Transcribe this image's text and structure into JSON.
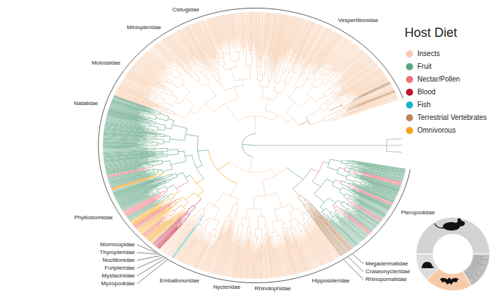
{
  "diagram": {
    "labels": [
      "Cistugidae",
      "Miniopteridae",
      "Vespertilionidae",
      "Molossidae",
      "Natalidae",
      "Host Diet",
      "Phyllostomidae",
      "Pteropodidae",
      "Megadermatidae",
      "Craseonycteridae",
      "Rhinopomatidae",
      "Hipposideridae",
      "Mormoopidae",
      "Thyropteridae",
      "Noctilionidae",
      "Furipteridae",
      "Mystacinidae",
      "Myzopodidae",
      "Emballonuridae",
      "Nycteridae",
      "Rhinolophidae"
    ],
    "legend": [
      {
        "text": "Insects",
        "color": "#f7cba9"
      },
      {
        "text": "Fruit",
        "color": "#5da381"
      },
      {
        "text": "Nectar/Pollen",
        "color": "#f0727a"
      },
      {
        "text": "Blood",
        "color": "#c0152f"
      },
      {
        "text": "Fish",
        "color": "#1fb3c9"
      },
      {
        "text": "Terrestrial Vertebrates",
        "color": "#b9875b"
      },
      {
        "text": "Omnivorous",
        "color": "#f7a21b"
      }
    ]
  }
}
